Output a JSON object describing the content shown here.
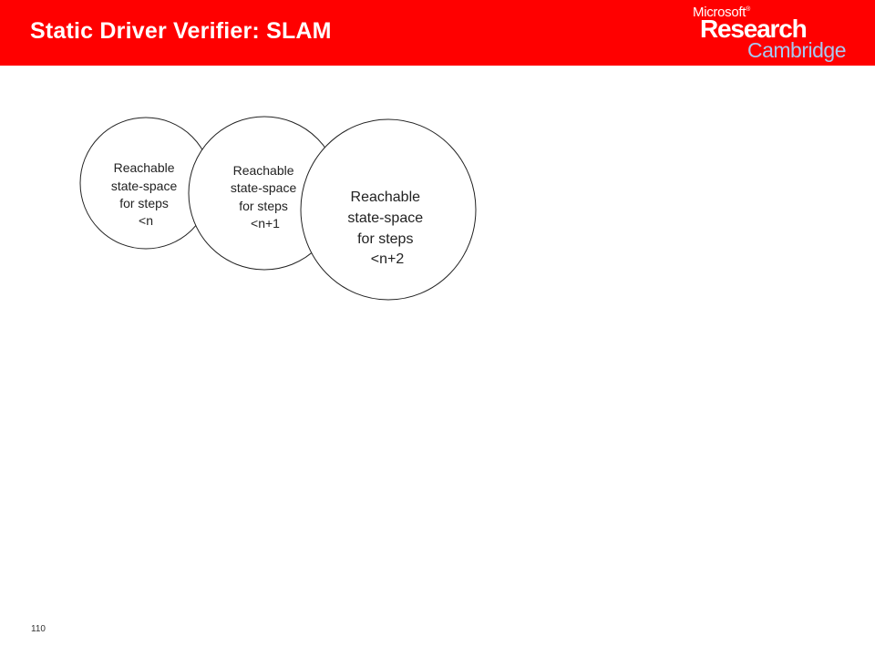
{
  "slide": {
    "title": "Static Driver Verifier: SLAM",
    "page_number": "110"
  },
  "logo": {
    "line1": "Microsoft",
    "trademark": "®",
    "line2": "Research",
    "line3": "Cambridge"
  },
  "colors": {
    "title_bar": "#ff0000",
    "title_text": "#ffffff",
    "logo_accent": "#a8c8f0",
    "circle_fill": "#ffffff",
    "circle_stroke": "#222222"
  },
  "diagram": {
    "nodes": [
      {
        "id": "reach-n",
        "lines": [
          "Reachable",
          "state-space",
          "for steps",
          "<n"
        ]
      },
      {
        "id": "reach-n1",
        "lines": [
          "Reachable",
          "state-space",
          "for steps",
          "<n+1"
        ]
      },
      {
        "id": "reach-n2",
        "lines": [
          "Reachable",
          "state-space",
          "for steps",
          "<n+2"
        ]
      }
    ]
  }
}
